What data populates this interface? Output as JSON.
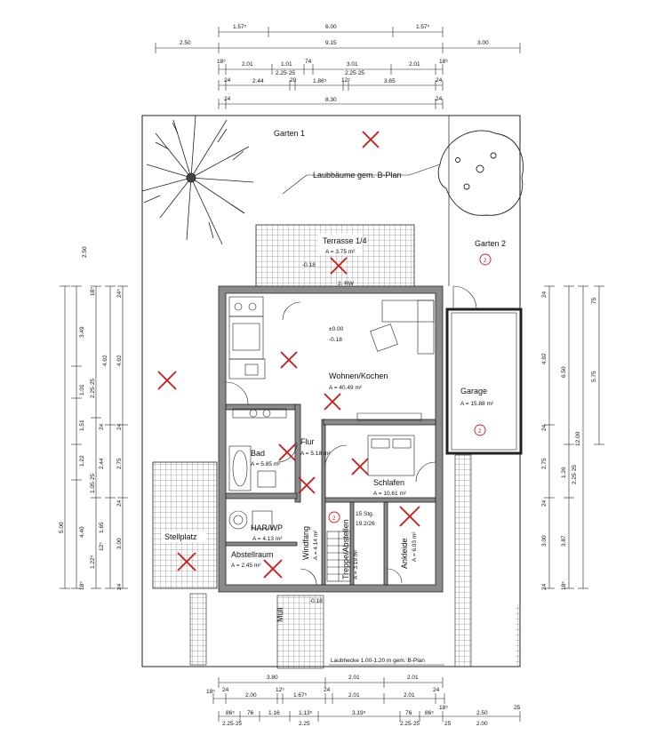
{
  "dims_top": {
    "row1": [
      "1.57⁵",
      "6.00",
      "1.57⁵"
    ],
    "row2": [
      "2.50",
      "9.15",
      "3.00"
    ],
    "row3": [
      "18⁵",
      "2.01",
      "1.01",
      "74",
      "3.01",
      "2.01",
      "18⁵"
    ],
    "row3_sub": [
      "2.25·25",
      "2.25·25"
    ],
    "row4": [
      "24",
      "2.44",
      "20",
      "1.86⁵",
      "12⁵",
      "3.65",
      "24"
    ],
    "row5": [
      "24",
      "8.30",
      "24"
    ]
  },
  "dims_bottom": {
    "row1": [
      "3.80",
      "2.01",
      "2.01"
    ],
    "row2": [
      "18⁵",
      "24",
      "2.00",
      "12⁵",
      "1.67⁵",
      "24",
      "2.01",
      "2.01",
      "24",
      "18⁵"
    ],
    "row3": [
      "86⁵",
      "76",
      "1.16",
      "1.13⁵",
      "3.19⁵",
      "76",
      "86⁵",
      "2.50",
      "25"
    ],
    "row3_sub": [
      "2.25·25",
      "2.25",
      "2.25·25",
      "25",
      "2.00"
    ]
  },
  "dims_left": {
    "outer": [
      "5.00",
      "2.50"
    ],
    "col2": [
      "4.40",
      "3.49",
      "1.01",
      "1.51",
      "1.22",
      "18⁵"
    ],
    "col3": [
      "1.22⁵",
      "1.65",
      "1.05·25",
      "2.25·25",
      "18⁵"
    ],
    "col4": [
      "3.00",
      "2.75",
      "4.92",
      "24",
      "24"
    ],
    "col5": [
      "24",
      "24",
      "2.44",
      "24⁵",
      "12⁵",
      "24"
    ]
  },
  "dims_right": {
    "col1": [
      "24",
      "4.92",
      "2.75",
      "3.00",
      "24",
      "24",
      "24"
    ],
    "col2": [
      "6.50",
      "1.26",
      "2.25·25",
      "3.87",
      "18⁵"
    ],
    "col3": [
      "5.75",
      "12.00",
      "75"
    ]
  },
  "rooms": {
    "garten1": "Garten 1",
    "garten2": "Garten 2",
    "terrasse": {
      "name": "Terrasse 1/4",
      "area": "A = 3.75 m²"
    },
    "wohnen": {
      "name": "Wohnen/Kochen",
      "area": "A = 40.49 m²"
    },
    "garage": {
      "name": "Garage",
      "area": "A = 15.88 m²"
    },
    "bad": {
      "name": "Bad",
      "area": "A = 5.85 m²"
    },
    "flur": {
      "name": "Flur",
      "area": "A = 5.18 m²"
    },
    "schlafen": {
      "name": "Schlafen",
      "area": "A = 10.61 m²"
    },
    "har": {
      "name": "HAR/WP",
      "area": "A = 4.13 m²"
    },
    "abstell": {
      "name": "Abstellraum",
      "area": "A = 2.45 m²"
    },
    "windfang": {
      "name": "Windfang",
      "area": "A = 4.14 m²"
    },
    "treppe": {
      "name": "Treppe/Abstellen",
      "area": "A = 3.19 m²"
    },
    "ankleide": {
      "name": "Ankleide",
      "area": "A = 6.03 m²"
    },
    "stellplatz": "Stellplatz",
    "muell": "Müll"
  },
  "annotations": {
    "laubbaeume": "Laubbäume gem. B-Plan",
    "laubhecke": "Laubhecke 1.00-1.20 m gem. B-Plan",
    "rw": "2. RW",
    "lvl_terrace": "-0.18",
    "lvl_zero": "±0.00",
    "lvl_inside": "-0.18",
    "lvl_entry": "-0.18",
    "stairs": "15 Stg.",
    "stairs_ratio": "19.2/26",
    "circle_num": "2"
  }
}
